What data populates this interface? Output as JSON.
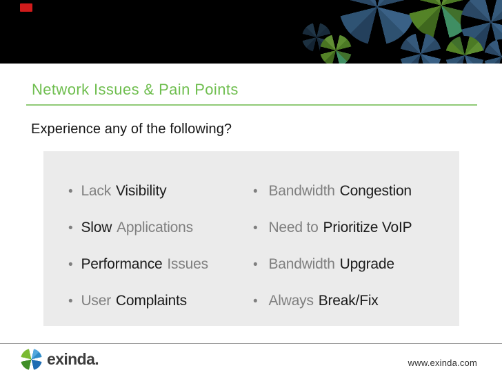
{
  "slide": {
    "title": "Network Issues & Pain Points",
    "subtitle": "Experience any of the following?"
  },
  "panel": {
    "bullet": "•",
    "left_rows": [
      {
        "a": "Lack",
        "b": "Visibility"
      },
      {
        "a": "Slow",
        "b": "Applications"
      },
      {
        "a": "Performance",
        "b": "Issues"
      },
      {
        "a": "User",
        "b": "Complaints"
      }
    ],
    "right_rows": [
      {
        "a": "Bandwidth",
        "b": "Congestion"
      },
      {
        "a": "Need to",
        "b": "Prioritize VoIP"
      },
      {
        "a": "Bandwidth",
        "b": "Upgrade"
      },
      {
        "a": "Always",
        "b": "Break/Fix"
      }
    ]
  },
  "footer": {
    "brand": "exinda.",
    "website": "www.exinda.com"
  },
  "colors": {
    "title_green": "#6FBE4F",
    "underline_green": "#90CA77",
    "gray_text": "#7F7F7F",
    "dark_text": "#1A1A1A",
    "panel_bg": "#EBEBEB",
    "accent_red": "#D01B1B",
    "logo_blue": "#1E6CB2",
    "logo_green": "#7ABA32"
  }
}
